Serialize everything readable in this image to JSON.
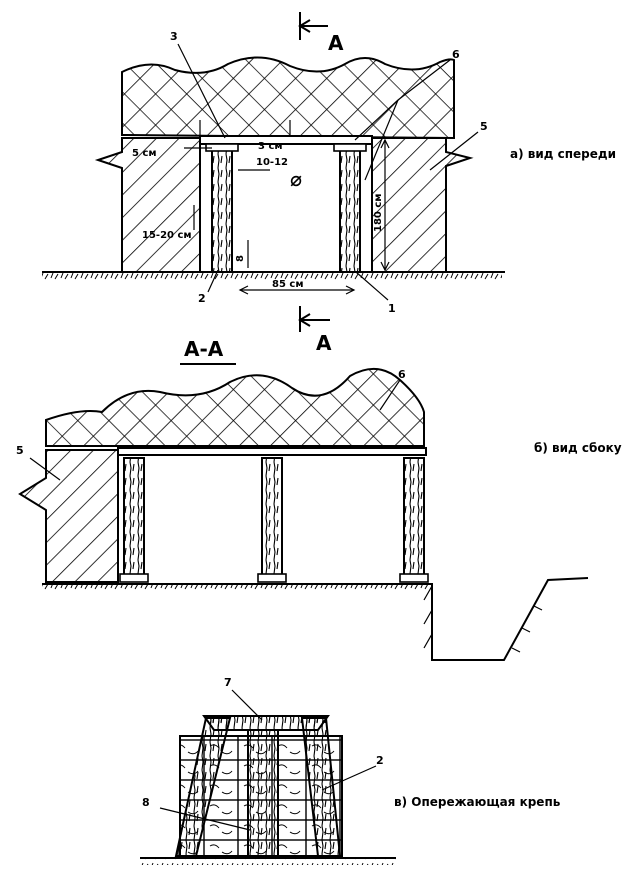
{
  "section_marks": {
    "top": "A",
    "bottom": "A",
    "section_title": "A-A"
  },
  "view_captions": {
    "front": "а) вид спереди",
    "side": "б) вид сбоку",
    "crib": "в) Опережающая крепь"
  },
  "front_view": {
    "callouts": [
      "3",
      "6",
      "5",
      "2",
      "1"
    ],
    "dimensions": {
      "post_offset": "5 см",
      "cap_gap": "3 см",
      "post_dia": "10-12",
      "depth": "15-20 см",
      "diameter_symbol": "⌀",
      "height": "180 см",
      "sill": "8",
      "width": "85 см"
    }
  },
  "side_view": {
    "callouts": [
      "6",
      "5"
    ]
  },
  "crib_view": {
    "callouts": [
      "7",
      "2",
      "8"
    ]
  }
}
